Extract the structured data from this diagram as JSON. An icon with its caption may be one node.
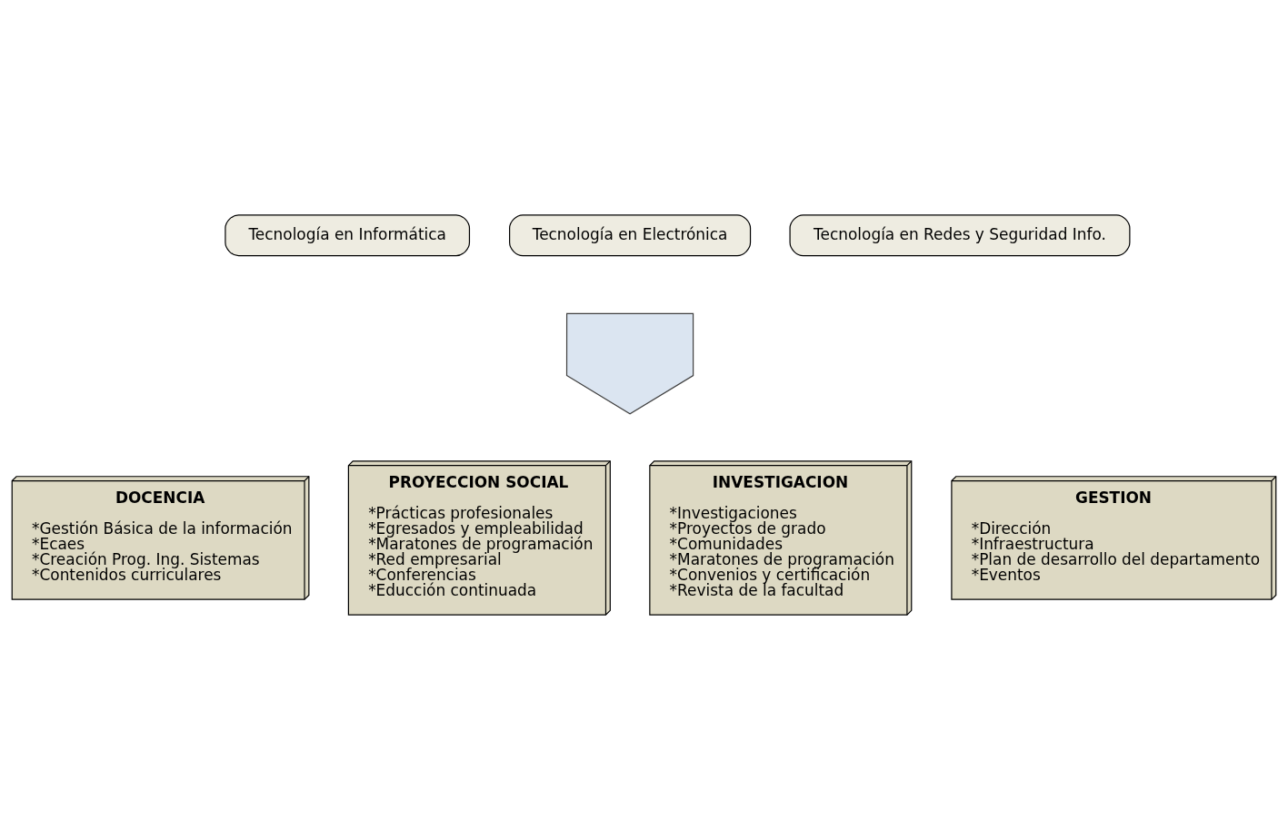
{
  "diagram": {
    "nodes": [
      {
        "text": [
          "Tecnología en Informática"
        ]
      },
      {
        "text": [
          "Tecnología en Electrónica"
        ]
      },
      {
        "text": [
          "Tecnología en Redes y Seguridad Info."
        ]
      },
      {
        "text": [],
        "shape": "arrow"
      },
      {
        "text": [
          "DOCENCIA",
          "*Gestión Básica de la información",
          "*Ecaes",
          "*Creación Prog. Ing. Sistemas",
          "*Contenidos curriculares"
        ]
      },
      {
        "text": [
          "PROYECCION SOCIAL",
          "*Prácticas profesionales",
          "*Egresados y empleabilidad",
          "*Maratones de programación",
          "*Red empresarial",
          "*Conferencias",
          "*Educción continuada"
        ]
      },
      {
        "text": [
          "INVESTIGACION",
          "*Investigaciones",
          "*Proyectos de grado",
          "*Comunidades",
          "*Maratones de programación",
          "*Convenios y certificación",
          "*Revista de la facultad"
        ]
      },
      {
        "text": [
          "GESTION",
          "*Dirección",
          "*Infraestructura",
          "*Plan de desarrollo del departamento",
          "*Eventos"
        ]
      }
    ],
    "edges": []
  }
}
